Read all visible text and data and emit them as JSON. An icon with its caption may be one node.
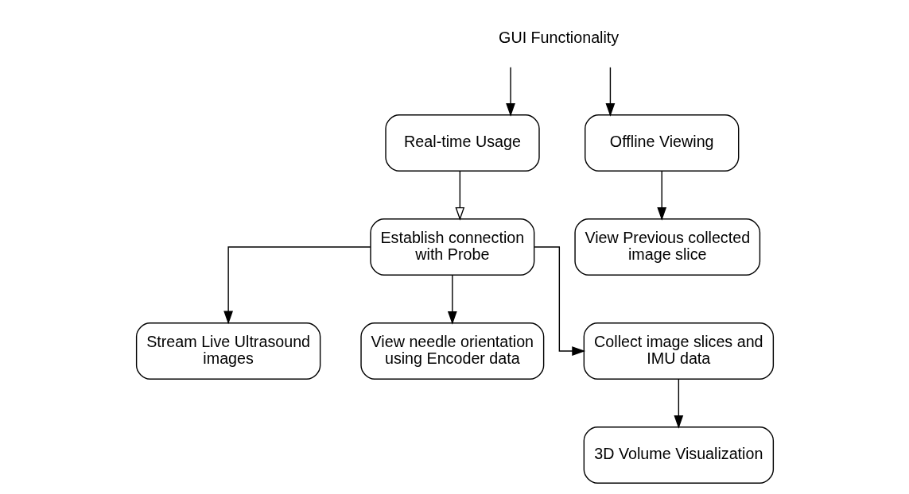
{
  "diagram": {
    "nodes": [
      {
        "text": [
          "GUI Functionality"
        ]
      },
      {
        "text": [
          "Real-time Usage"
        ]
      },
      {
        "text": [
          "Offline Viewing"
        ]
      },
      {
        "text": [
          "Establish connection with Probe"
        ]
      },
      {
        "text": [
          "Stream Live Ultrasound images"
        ]
      },
      {
        "text": [
          "View needle orientation using Encoder data"
        ]
      },
      {
        "text": [
          "Collect image slices and IMU data"
        ]
      },
      {
        "text": [
          "3D Volume Visualization"
        ]
      },
      {
        "text": [
          "View Previous collected image slice"
        ]
      }
    ],
    "edges": [
      {
        "from": 0,
        "to": 1,
        "arrow": "to"
      },
      {
        "from": 0,
        "to": 2,
        "arrow": "to"
      },
      {
        "from": 1,
        "to": 3,
        "arrow": "to"
      },
      {
        "from": 3,
        "to": 4,
        "arrow": "to"
      },
      {
        "from": 3,
        "to": 5,
        "arrow": "to"
      },
      {
        "from": 3,
        "to": 6,
        "arrow": "to"
      },
      {
        "from": 6,
        "to": 7,
        "arrow": "to"
      },
      {
        "from": 2,
        "to": 8,
        "arrow": "to"
      }
    ]
  }
}
